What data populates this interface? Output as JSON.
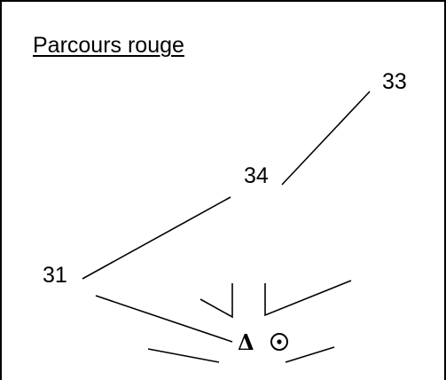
{
  "title": "Parcours rouge",
  "points": [
    {
      "id": "p33",
      "label": "33"
    },
    {
      "id": "p34",
      "label": "34"
    },
    {
      "id": "p31",
      "label": "31"
    }
  ],
  "symbols": {
    "triangle": "Δ",
    "target": "circled-dot"
  },
  "colors": {
    "ink": "#000000",
    "background": "#ffffff"
  }
}
